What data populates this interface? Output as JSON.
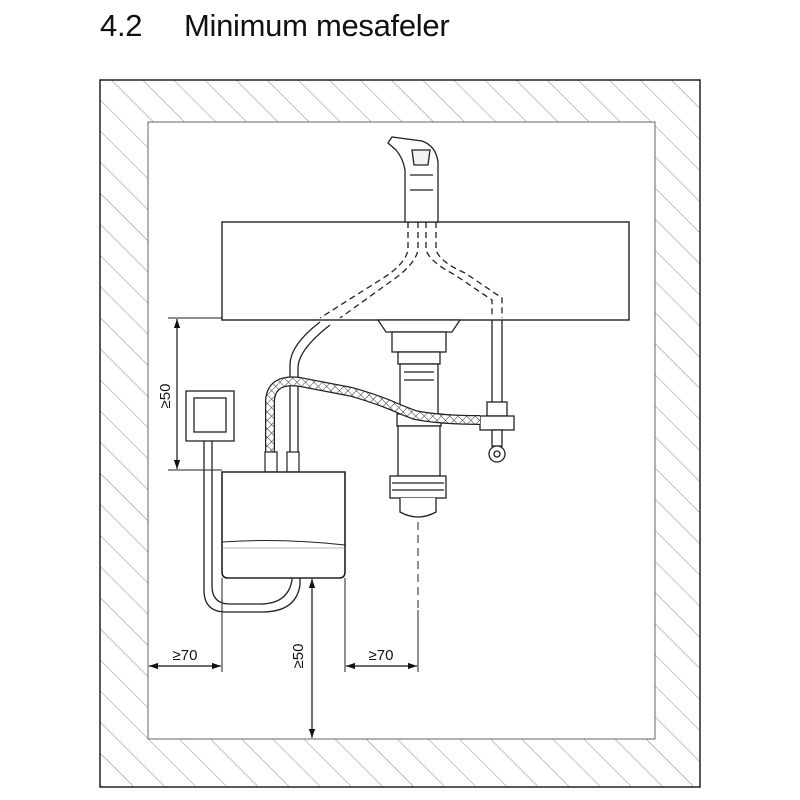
{
  "section": {
    "number": "4.2",
    "title": "Minimum mesafeler"
  },
  "dimensions": {
    "left_vertical": "≥50",
    "bottom_vertical": "≥50",
    "left_horizontal": "≥70",
    "right_horizontal": "≥70"
  }
}
